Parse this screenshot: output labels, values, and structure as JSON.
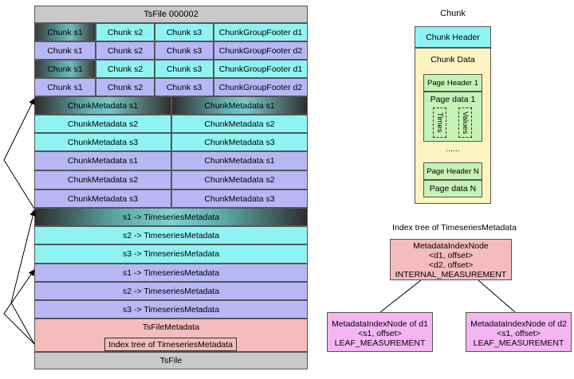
{
  "left": {
    "title": "TsFile 000002",
    "chunk_rows": [
      [
        "Chunk s1",
        "Chunk s2",
        "Chunk s3",
        "ChunkGroupFooter d1"
      ],
      [
        "Chunk s1",
        "Chunk s2",
        "Chunk s3",
        "ChunkGroupFooter d2"
      ],
      [
        "Chunk s1",
        "Chunk s2",
        "Chunk s3",
        "ChunkGroupFooter d1"
      ],
      [
        "Chunk s1",
        "Chunk s2",
        "Chunk s3",
        "ChunkGroupFooter d2"
      ]
    ],
    "metadata_rows": [
      [
        "ChunkMetadata s1",
        "ChunkMetadata s1"
      ],
      [
        "ChunkMetadata s2",
        "ChunkMetadata s2"
      ],
      [
        "ChunkMetadata s3",
        "ChunkMetadata s3"
      ],
      [
        "ChunkMetadata s1",
        "ChunkMetadata s1"
      ],
      [
        "ChunkMetadata s2",
        "ChunkMetadata s2"
      ],
      [
        "ChunkMetadata s3",
        "ChunkMetadata s3"
      ]
    ],
    "timeseries_rows": [
      "s1 -> TimeseriesMetadata",
      "s2 -> TimeseriesMetadata",
      "s3 -> TimeseriesMetadata",
      "s1 -> TimeseriesMetadata",
      "s2 -> TimeseriesMetadata",
      "s3 -> TimeseriesMetadata"
    ],
    "file_metadata": "TsFileMetadata",
    "index_tree_box": "Index tree of TimeseriesMetadata",
    "footer": "TsFile"
  },
  "chunk": {
    "title": "Chunk",
    "header": "Chunk Header",
    "data": "Chunk Data",
    "page_header_1": "Page Header 1",
    "page_data_1": "Page data 1",
    "times": "Times",
    "values": "Values",
    "ellipsis": "......",
    "page_header_n": "Page Header N",
    "page_data_n": "Page data N"
  },
  "index_tree": {
    "title": "Index tree of TimeseriesMetadata",
    "root": [
      "MetadataIndexNode",
      "<d1, offset>",
      "<d2, offset>",
      "INTERNAL_MEASUREMENT"
    ],
    "left_leaf": [
      "MetadataIndexNode of d1",
      "<s1, offset>",
      "LEAF_MEASUREMENT"
    ],
    "right_leaf": [
      "MetadataIndexNode of d2",
      "<s1, offset>",
      "LEAF_MEASUREMENT"
    ]
  },
  "colors": {
    "gray": "#c9c9c9",
    "cyan": "#8ff3f3",
    "lavender": "#b7b7f6",
    "pink": "#f4bcbc",
    "chunk_data_yellow": "#fdf4c2",
    "page_green": "#c5f3b6",
    "leaf_magenta": "#f3b6f3"
  }
}
